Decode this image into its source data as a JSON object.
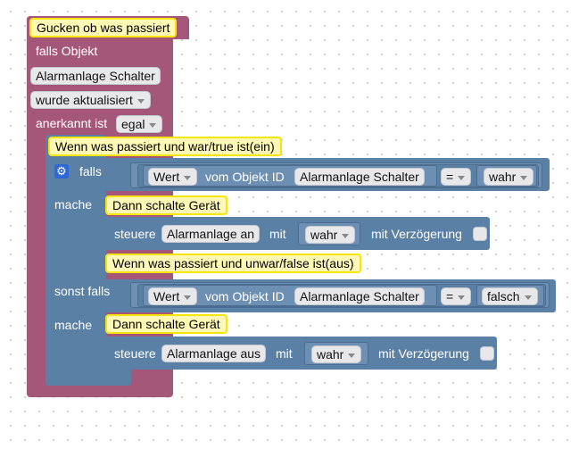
{
  "event": {
    "comment": "Gucken ob was passiert",
    "falls_objekt_label": "falls Objekt",
    "object_name": "Alarmanlage Schalter",
    "trigger": "wurde aktualisiert",
    "anerkannt_label": "anerkannt ist",
    "anerkannt_value": "egal"
  },
  "if_block": {
    "comment": "Wenn was passiert und war/true ist(ein)",
    "falls_label": "falls",
    "mache_label": "mache",
    "sonst_falls_label": "sonst falls",
    "mache2_label": "mache",
    "cond1": {
      "wert": "Wert",
      "vom_label": "vom Objekt ID",
      "object": "Alarmanlage Schalter",
      "op": "=",
      "value": "wahr"
    },
    "cond2": {
      "wert": "Wert",
      "vom_label": "vom Objekt ID",
      "object": "Alarmanlage Schalter",
      "op": "=",
      "value": "falsch"
    }
  },
  "branch1": {
    "comment": "Dann schalte Gerät",
    "steuere_label": "steuere",
    "device": "Alarmanlage an",
    "mit_label": "mit",
    "value": "wahr",
    "delay_label": "mit Verzögerung",
    "comment_after": "Wenn was passiert und unwar/false ist(aus)"
  },
  "branch2": {
    "comment": "Dann schalte Gerät",
    "steuere_label": "steuere",
    "device": "Alarmanlage aus",
    "mit_label": "mit",
    "value": "wahr",
    "delay_label": "mit Verzögerung"
  }
}
